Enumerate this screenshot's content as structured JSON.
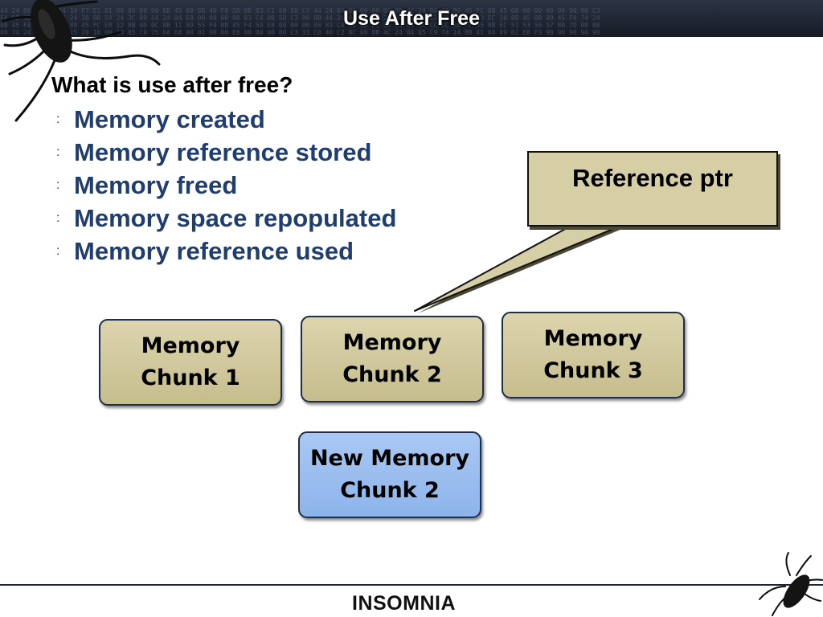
{
  "slide": {
    "title": "Use After Free",
    "question": "What is use after free?",
    "bullet_marker": ":",
    "bullets": [
      "Memory created",
      "Memory reference stored",
      "Memory freed",
      "Memory space repopulated",
      "Memory reference used"
    ],
    "callout_label": "Reference ptr",
    "chunks": [
      {
        "line1": "Memory",
        "line2": "Chunk 1"
      },
      {
        "line1": "Memory",
        "line2": "Chunk 2"
      },
      {
        "line1": "Memory",
        "line2": "Chunk 3"
      }
    ],
    "new_chunk": {
      "line1": "New Memory",
      "line2": "Chunk 2"
    },
    "footer_brand": "INSOMNIA"
  },
  "colors": {
    "bullet_text": "#1f3d6e",
    "chunk_fill": "#d6cfa6",
    "new_chunk_fill": "#9dbdf0",
    "header_bg": "#1f2531"
  },
  "icons": [
    "cockroach-icon"
  ]
}
